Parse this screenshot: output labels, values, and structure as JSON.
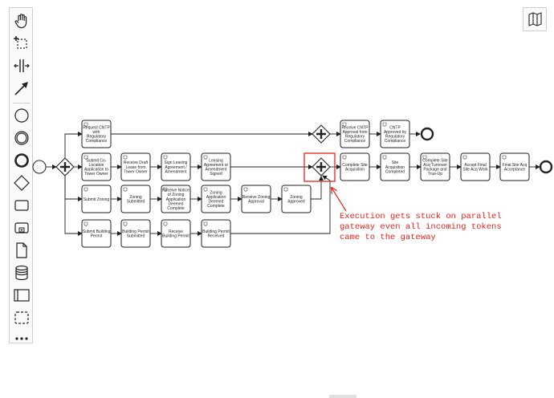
{
  "palette": {
    "tools": [
      {
        "id": "hand-tool",
        "icon": "hand-icon"
      },
      {
        "id": "lasso-tool",
        "icon": "lasso-icon"
      },
      {
        "id": "space-tool",
        "icon": "space-icon"
      },
      {
        "id": "connect-tool",
        "icon": "arrow-icon"
      },
      {
        "id": "create-start-event",
        "icon": "start-event-icon"
      },
      {
        "id": "create-intermediate-event",
        "icon": "intermediate-event-icon"
      },
      {
        "id": "create-end-event",
        "icon": "end-event-icon"
      },
      {
        "id": "create-gateway",
        "icon": "gateway-icon"
      },
      {
        "id": "create-task",
        "icon": "task-icon"
      },
      {
        "id": "create-subprocess",
        "icon": "subprocess-icon"
      },
      {
        "id": "create-data-object",
        "icon": "data-object-icon"
      },
      {
        "id": "create-data-store",
        "icon": "data-store-icon"
      },
      {
        "id": "create-pool",
        "icon": "pool-icon"
      },
      {
        "id": "create-group",
        "icon": "group-icon"
      },
      {
        "id": "more-tools",
        "icon": "more-icon"
      }
    ]
  },
  "map_toggle": {
    "icon": "map-icon"
  },
  "diagram": {
    "tasks": [
      {
        "id": "t1",
        "lines": [
          "Request CNTP",
          "with",
          "Regulatory",
          "Compliance"
        ]
      },
      {
        "id": "t2",
        "lines": [
          "Receive CNTP",
          "Approval from",
          "Regulatory",
          "Compliance"
        ]
      },
      {
        "id": "t3",
        "lines": [
          "CNTP",
          "Approved by",
          "Regulatory",
          "Compliance"
        ]
      },
      {
        "id": "t4",
        "lines": [
          "Submit Co-",
          "Location",
          "Application to",
          "Tower Owner"
        ]
      },
      {
        "id": "t5",
        "lines": [
          "Receive Draft",
          "Lease from",
          "Tower Owner"
        ]
      },
      {
        "id": "t6",
        "lines": [
          "Sign Leasing",
          "Agreement /",
          "Amendment"
        ]
      },
      {
        "id": "t7",
        "lines": [
          "Leasing",
          "Agreement or",
          "Amendment",
          "Signed"
        ]
      },
      {
        "id": "t8",
        "lines": [
          "Complete Site",
          "Acquisition"
        ]
      },
      {
        "id": "t9",
        "lines": [
          "Site",
          "Acquisition",
          "Completed"
        ]
      },
      {
        "id": "t10",
        "lines": [
          "Complete Site",
          "Acq Turnover",
          "Package and",
          "True-Up"
        ]
      },
      {
        "id": "t11",
        "lines": [
          "Accept Final",
          "Site Acq Work"
        ]
      },
      {
        "id": "t12",
        "lines": [
          "Final Site Acq",
          "Acceptance"
        ]
      },
      {
        "id": "t13",
        "lines": [
          "Submit Zoning"
        ]
      },
      {
        "id": "t14",
        "lines": [
          "Zoning",
          "Submitted"
        ]
      },
      {
        "id": "t15",
        "lines": [
          "Receive Notice",
          "of Zoning",
          "Application",
          "Deemed",
          "Complete"
        ]
      },
      {
        "id": "t16",
        "lines": [
          "Zoning",
          "Application",
          "Deemed",
          "Complete"
        ]
      },
      {
        "id": "t17",
        "lines": [
          "Receive Zoning",
          "Approval"
        ]
      },
      {
        "id": "t18",
        "lines": [
          "Zoning",
          "Approved"
        ]
      },
      {
        "id": "t19",
        "lines": [
          "Submit Building",
          "Permit"
        ]
      },
      {
        "id": "t20",
        "lines": [
          "Building Permit",
          "Submitted"
        ]
      },
      {
        "id": "t21",
        "lines": [
          "Receive",
          "Building Permit"
        ]
      },
      {
        "id": "t22",
        "lines": [
          "Building Permit",
          "Received"
        ]
      }
    ]
  },
  "annotation": {
    "text": "Execution gets stuck on parallel\ngateway even all incoming tokens\ncame to the gateway",
    "color": "#e8231b"
  },
  "colors": {
    "highlight": "#e8231b",
    "stroke": "#222222"
  }
}
